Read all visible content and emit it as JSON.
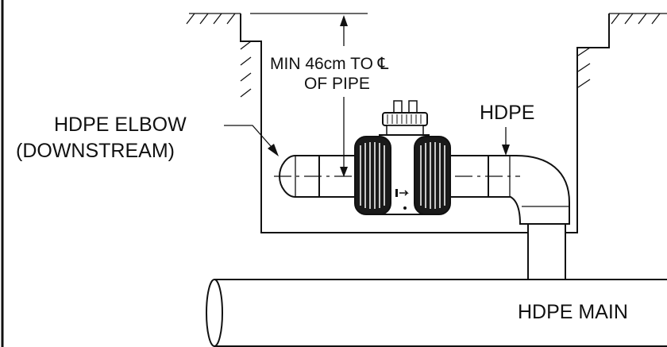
{
  "labels": {
    "min_depth_line1": "MIN 46cm TO ℄",
    "min_depth_line2": "OF PIPE",
    "elbow_line1": "HDPE ELBOW",
    "elbow_line2": "(DOWNSTREAM)",
    "hdpe": "HDPE",
    "hdpe_main": "HDPE MAIN"
  },
  "colors": {
    "ink": "#111111",
    "meter_body": "#1a1a1a",
    "background": "#ffffff"
  }
}
